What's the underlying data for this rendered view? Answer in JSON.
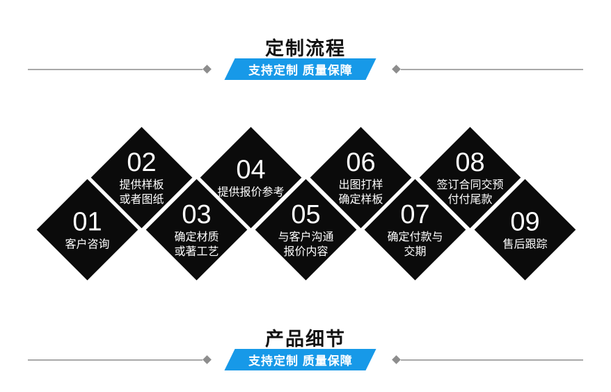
{
  "colors": {
    "accent_blue": "#1799E8",
    "diamond_black": "#0B0B0B",
    "line_gray": "#A8A8A8",
    "marker_gray": "#8D8D8D",
    "banner_text": "#FFFFFF",
    "title_text": "#121212"
  },
  "sections": {
    "top": {
      "title": "定制流程",
      "banner_label": "支持定制 质量保障"
    },
    "bottom": {
      "title": "产品细节",
      "banner_label": "支持定制 质量保障"
    }
  },
  "steps": [
    {
      "num": "01",
      "lines": [
        "客户咨询"
      ]
    },
    {
      "num": "02",
      "lines": [
        "提供样板",
        "或者图纸"
      ]
    },
    {
      "num": "03",
      "lines": [
        "确定材质",
        "或著工艺"
      ]
    },
    {
      "num": "04",
      "lines": [
        "提供报价参考"
      ]
    },
    {
      "num": "05",
      "lines": [
        "与客户沟通",
        "报价内容"
      ]
    },
    {
      "num": "06",
      "lines": [
        "出图打样",
        "确定样板"
      ]
    },
    {
      "num": "07",
      "lines": [
        "确定付款与",
        "交期"
      ]
    },
    {
      "num": "08",
      "lines": [
        "签订合同交预",
        "付付尾款"
      ]
    },
    {
      "num": "09",
      "lines": [
        "售后跟踪"
      ]
    }
  ]
}
